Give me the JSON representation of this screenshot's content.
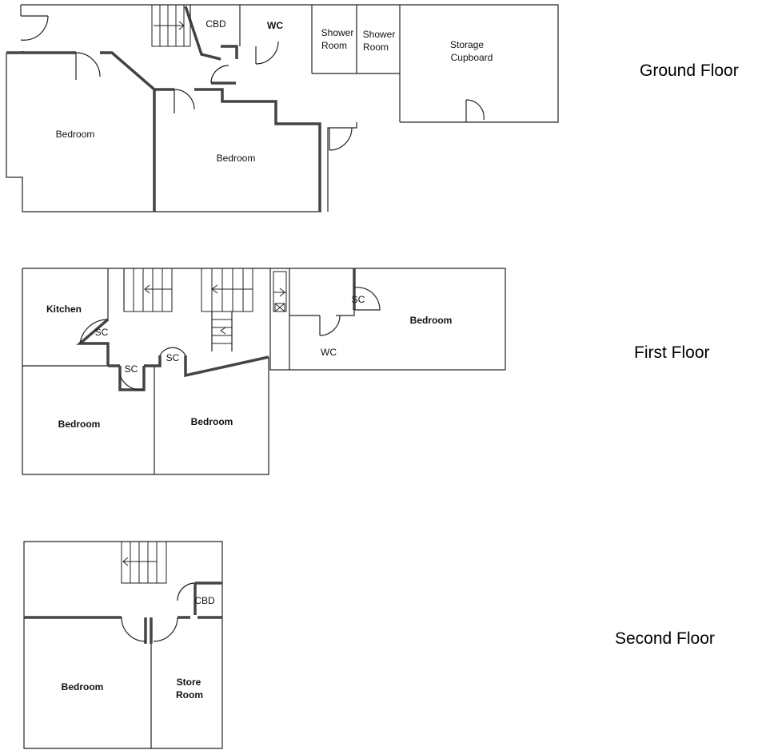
{
  "floors": {
    "ground": {
      "title": "Ground Floor",
      "rooms": {
        "cbd": "CBD",
        "wc": "WC",
        "shower1_a": "Shower",
        "shower1_b": "Room",
        "shower2_a": "Shower",
        "shower2_b": "Room",
        "storage_a": "Storage",
        "storage_b": "Cupboard",
        "bedroom_left": "Bedroom",
        "bedroom_mid": "Bedroom"
      }
    },
    "first": {
      "title": "First Floor",
      "rooms": {
        "kitchen": "Kitchen",
        "sc_kitchen": "SC",
        "sc_left": "SC",
        "sc_mid": "SC",
        "sc_right": "SC",
        "wc": "WC",
        "bedroom_right": "Bedroom",
        "bedroom_left": "Bedroom",
        "bedroom_mid": "Bedroom"
      }
    },
    "second": {
      "title": "Second Floor",
      "rooms": {
        "cbd": "CBD",
        "bedroom": "Bedroom",
        "store_a": "Store",
        "store_b": "Room"
      }
    }
  }
}
